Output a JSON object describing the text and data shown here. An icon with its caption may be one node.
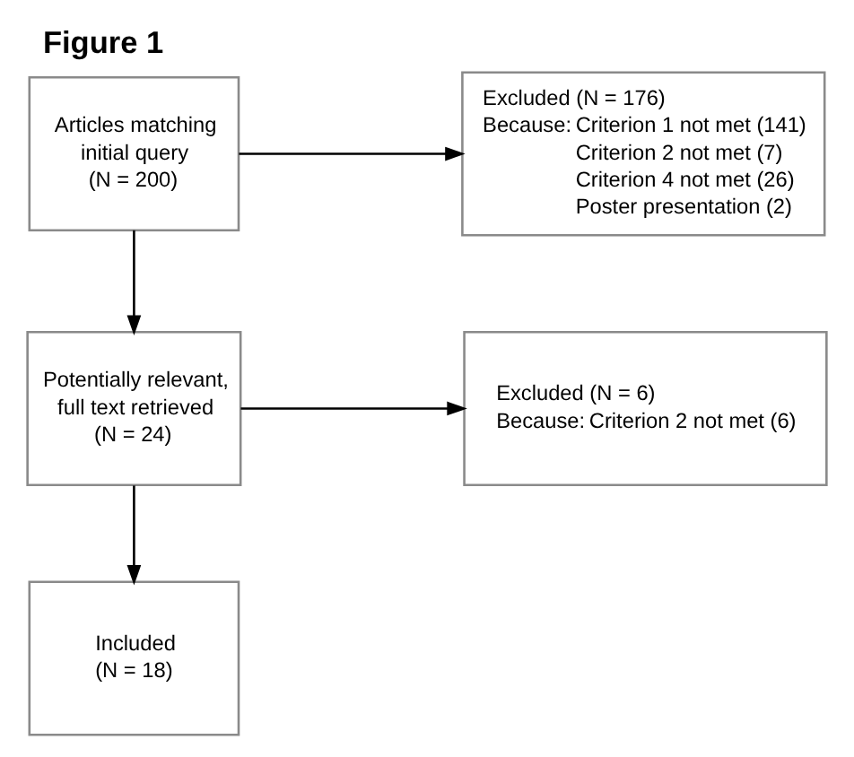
{
  "diagram": {
    "title": "Figure 1",
    "nodes": [
      {
        "text": [
          "Articles matching initial query",
          "(N = 200)"
        ]
      },
      {
        "text": [
          "Excluded (N = 176)",
          "Because:",
          "Criterion 1 not met (141)",
          "Criterion 2 not met (7)",
          "Criterion 4 not met (26)",
          "Poster presentation (2)"
        ]
      },
      {
        "text": [
          "Potentially relevant, full text retrieved",
          "(N = 24)"
        ]
      },
      {
        "text": [
          "Excluded (N = 6)",
          "Because:",
          "Criterion 2 not met (6)"
        ]
      },
      {
        "text": [
          "Included",
          "(N = 18)"
        ]
      }
    ],
    "edges": [
      {
        "from": 0,
        "to": 1,
        "arrow": "to"
      },
      {
        "from": 0,
        "to": 2,
        "arrow": "to"
      },
      {
        "from": 2,
        "to": 3,
        "arrow": "to"
      },
      {
        "from": 2,
        "to": 4,
        "arrow": "to"
      }
    ]
  }
}
